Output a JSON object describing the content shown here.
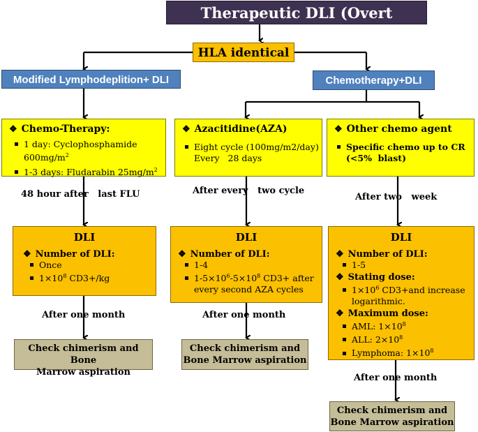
{
  "title": "Therapeutic DLI (Overt Relapse)",
  "hla": "HLA identical",
  "branches": {
    "left": "Modified Lymphodeplition+ DLI",
    "right": "Chemotherapy+DLI"
  },
  "chemo_boxes": [
    {
      "header": "Chemo-Therapy:",
      "items": [
        "1 day: Cyclophosphamide",
        "600mg/m",
        "1-3 days: Fludarabin 25mg/m"
      ]
    },
    {
      "header": "Azacitidine(AZA)",
      "items": [
        "Eight cycle (100mg/m2/day)",
        "Every   28 days"
      ]
    },
    {
      "header": "Other chemo agent",
      "items": [
        "Specific chemo up to CR",
        "(<5%  blast)"
      ]
    }
  ],
  "intervals": [
    "48 hour after   last FLU",
    "After every   two cycle",
    "After two   week"
  ],
  "dli_boxes": [
    {
      "title": "DLI",
      "number_label": "Number of DLI:",
      "items": [
        "Once",
        "1×10",
        "CD3+/kg"
      ]
    },
    {
      "title": "DLI",
      "number_label": "Number of DLI:",
      "items": [
        "1-4",
        "1-5×10",
        "-5×10",
        "CD3+ after",
        "every second AZA cycles"
      ]
    },
    {
      "title": "DLI",
      "number_label": "Number of DLI:",
      "items": [
        "1-5"
      ],
      "start_label": "Stating dose:",
      "start_items": [
        "1×10",
        "CD3+and increase",
        "logarithmic."
      ],
      "max_label": "Maximum dose:",
      "max_items": [
        "AML: 1×10",
        "ALL: 2×10",
        "Lymphoma: 1×10"
      ]
    }
  ],
  "after_month": [
    "After one month",
    "After one month",
    "After one month"
  ],
  "check_boxes": [
    [
      "Check chimerism and Bone",
      "Marrow aspiration"
    ],
    [
      "Check chimerism and",
      "Bone Marrow aspiration"
    ],
    [
      "Check chimerism and",
      "Bone Marrow aspiration"
    ]
  ],
  "exponents": {
    "sq": "2",
    "e8": "8",
    "e6": "6"
  },
  "colors": {
    "title_bg": "#3f3151",
    "orange": "#fbc000",
    "blue": "#4f81bd",
    "yellow": "#ffff00",
    "khaki": "#c4bd97"
  },
  "icons": {
    "bullet_header": "diamond-bullet-icon",
    "bullet_item": "square-bullet-icon",
    "connector": "arrow-down-icon"
  }
}
